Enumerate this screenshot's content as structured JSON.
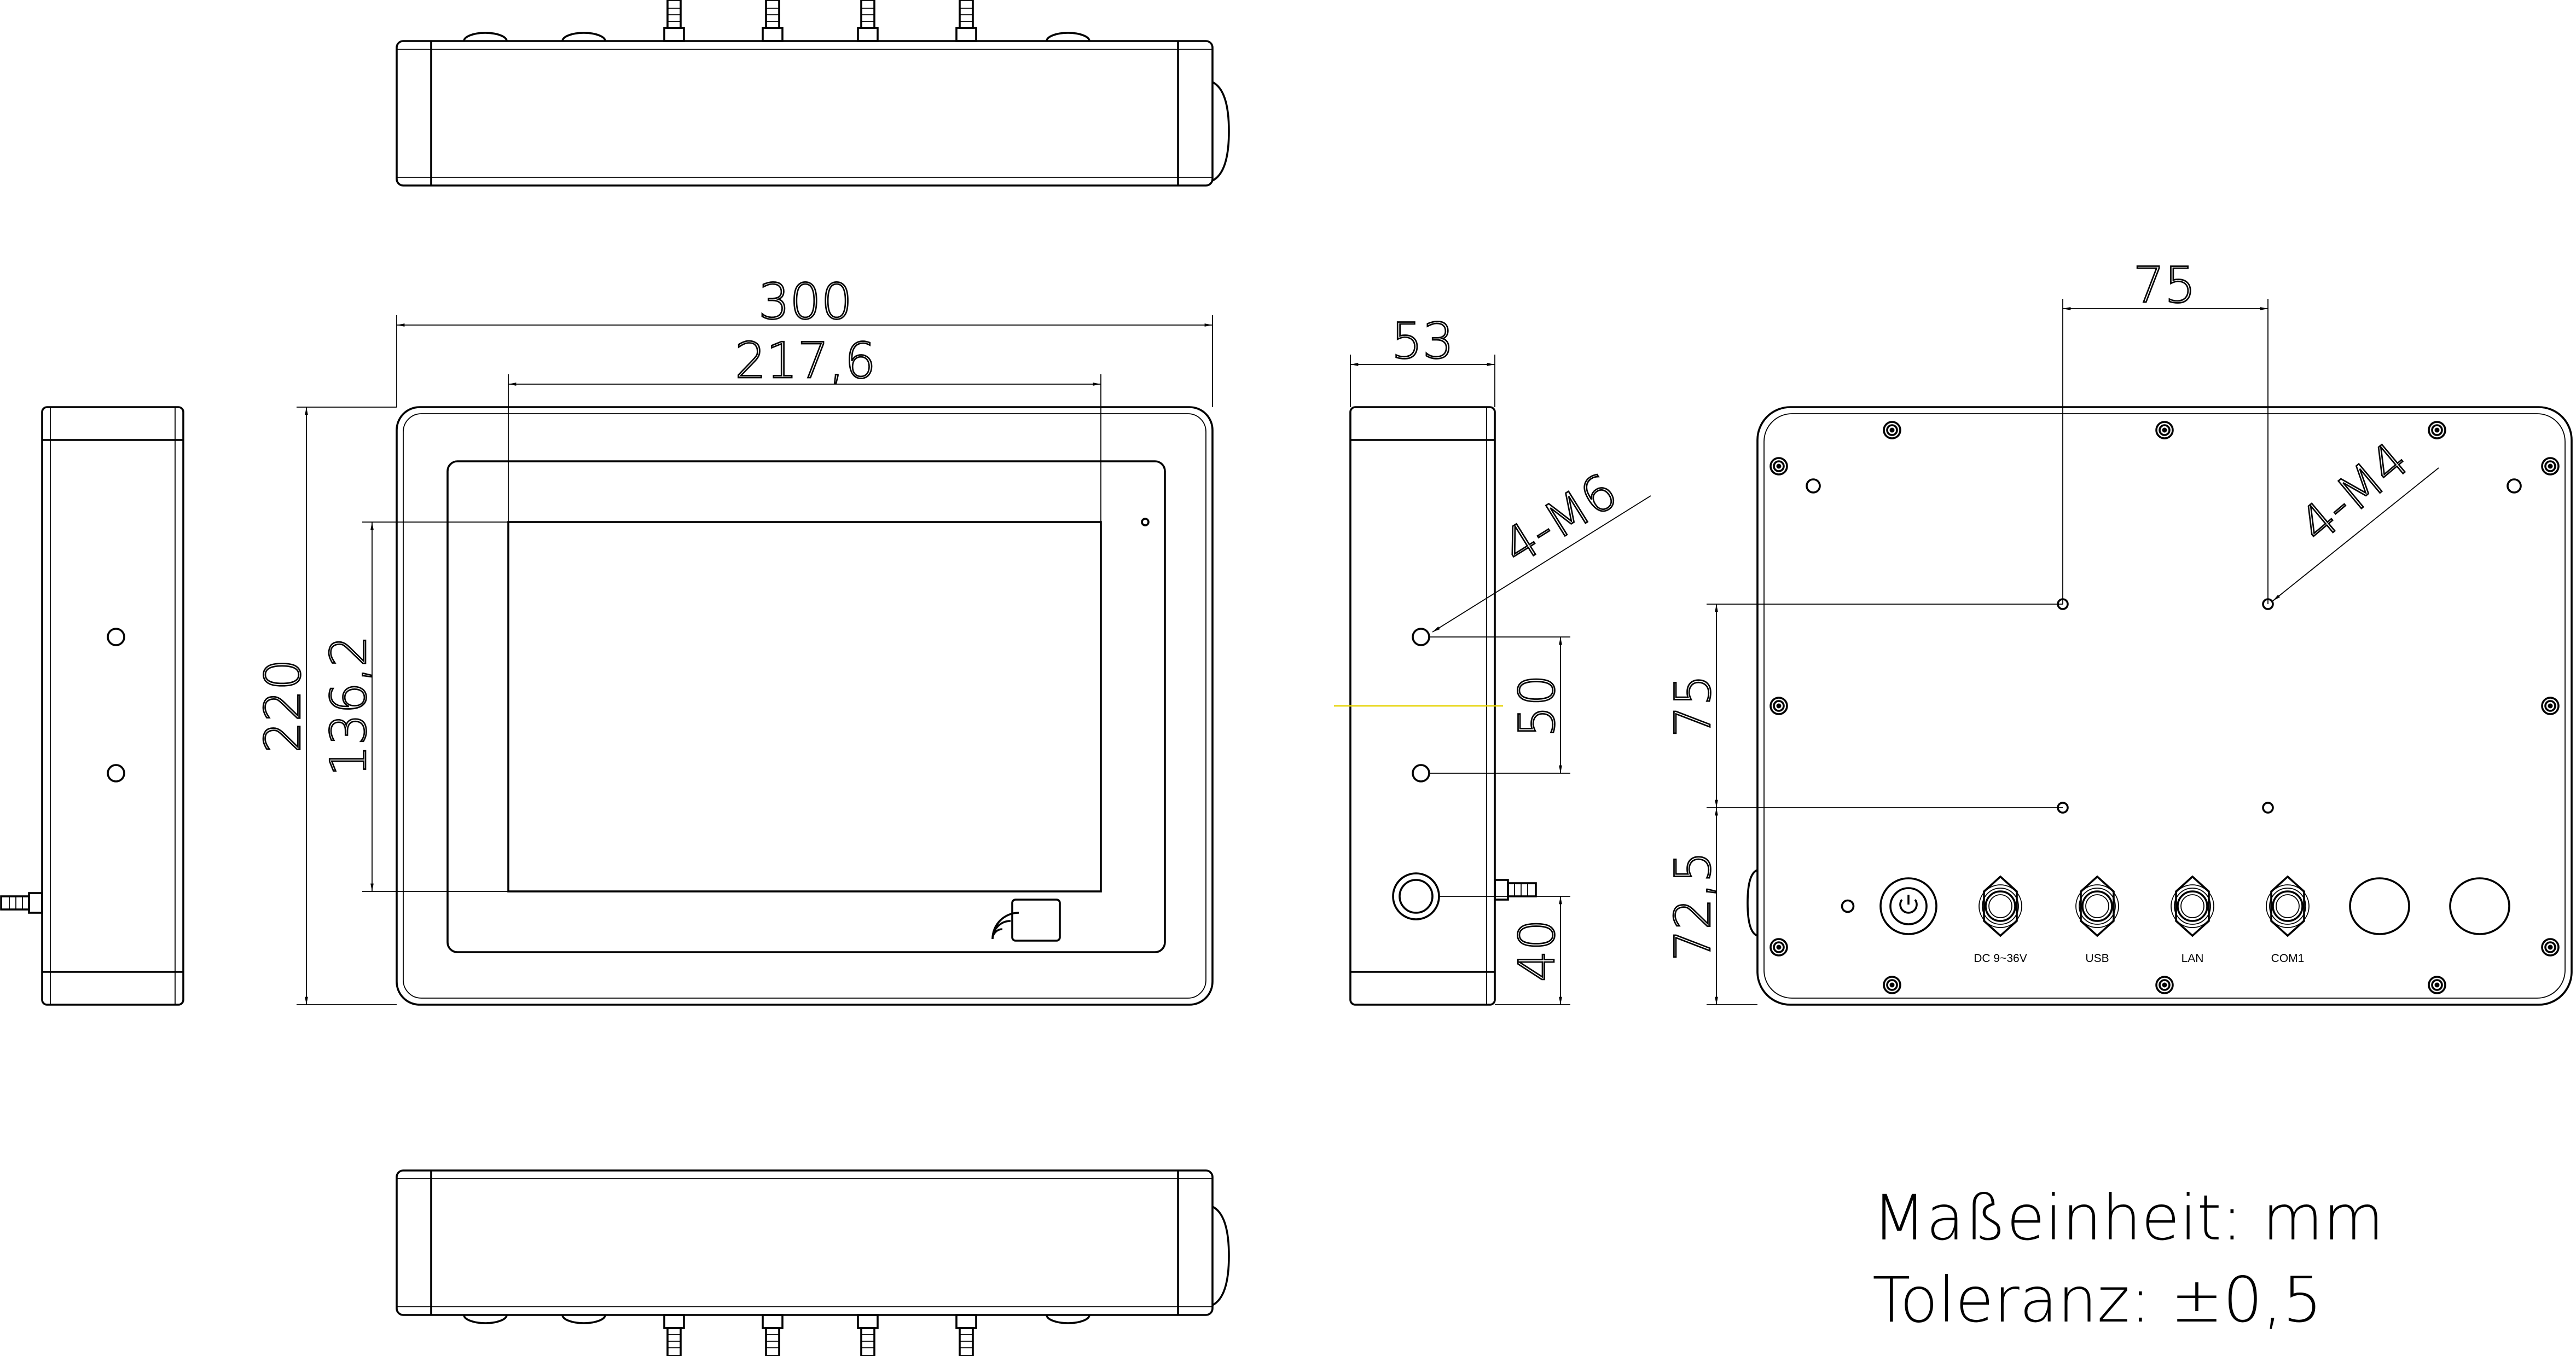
{
  "dimensions": {
    "width": "300",
    "screen_width": "217,6",
    "height": "220",
    "screen_height": "136,2",
    "depth": "53",
    "side_hole_spacing": "50",
    "side_button_offset": "40",
    "side_thread": "4-M6",
    "vesa_horizontal": "75",
    "vesa_vertical": "75",
    "vesa_bottom_offset": "72,5",
    "vesa_thread": "4-M4"
  },
  "connectors": [
    {
      "label": "DC 9~36V"
    },
    {
      "label": "USB"
    },
    {
      "label": "LAN"
    },
    {
      "label": "COM1"
    }
  ],
  "notes": {
    "unit": "Maßeinheit: mm",
    "tolerance": "Toleranz: ±0,5"
  },
  "colors": {
    "line": "#000000",
    "center_line": "#e6d200"
  }
}
